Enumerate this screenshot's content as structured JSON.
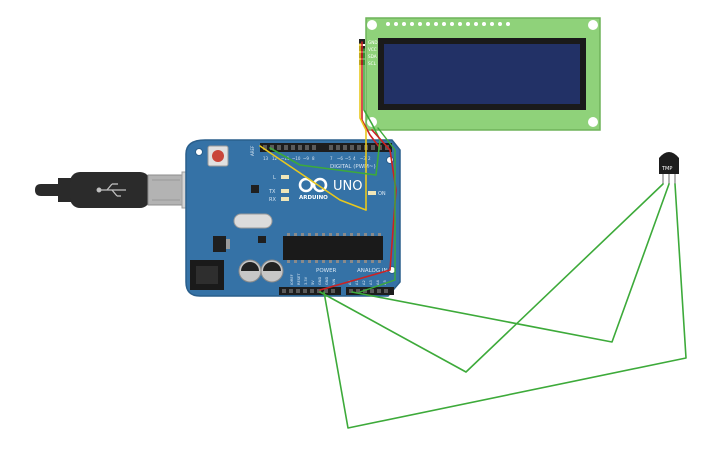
{
  "board": {
    "brand_text": "UNO",
    "logo_text": "ARDUINO",
    "digital_label": "DIGITAL (PWM~)",
    "power_label": "POWER",
    "analog_label": "ANALOG IN",
    "led_l_label": "L",
    "led_tx_label": "TX",
    "led_rx_label": "RX",
    "on_label": "ON",
    "aref_label": "AREF",
    "power_pins": [
      "IOREF",
      "RESET",
      "3.3V",
      "5V",
      "GND",
      "GND",
      "VIN"
    ],
    "analog_pins": [
      "A0",
      "A1",
      "A2",
      "A3",
      "A4",
      "A5"
    ]
  },
  "lcd": {
    "pin_labels": [
      "GND",
      "VCC",
      "SDA",
      "SCL"
    ]
  },
  "sensor": {
    "label": "TMP"
  },
  "colors": {
    "board": "#3572a6",
    "lcd_pcb": "#8fd27a",
    "lcd_screen": "#223166",
    "wire_green": "#3daa3a",
    "wire_yellow": "#e8c81e",
    "wire_red": "#cc2222",
    "usb_cable": "#2a2a2a"
  }
}
